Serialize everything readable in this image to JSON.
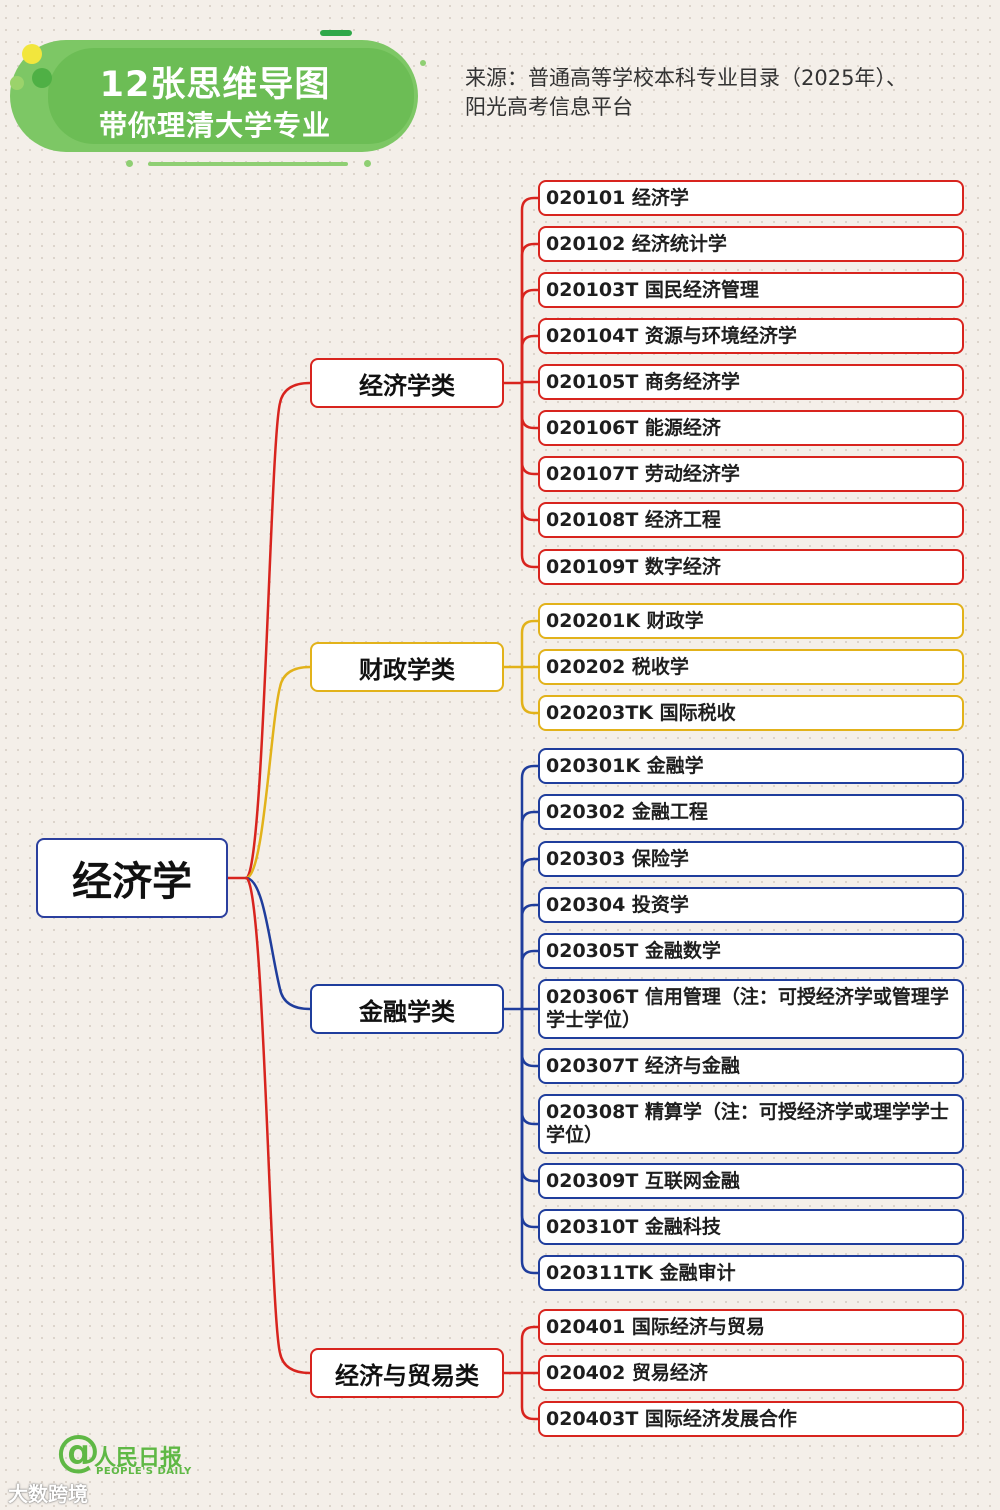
{
  "banner": {
    "title": "12张思维导图",
    "subtitle": "带你理清大学专业"
  },
  "source": {
    "line1": "来源：普通高等学校本科专业目录（2025年）、",
    "line2": "阳光高考信息平台"
  },
  "colors": {
    "red": "#d8241e",
    "gold": "#e2b21a",
    "blue": "#1f3d9c",
    "green": "#6cbd55"
  },
  "root": {
    "label": "经济学"
  },
  "categories": [
    {
      "label": "经济学类",
      "color": "red",
      "items": [
        "020101 经济学",
        "020102 经济统计学",
        "020103T 国民经济管理",
        "020104T 资源与环境经济学",
        "020105T 商务经济学",
        "020106T 能源经济",
        "020107T 劳动经济学",
        "020108T 经济工程",
        "020109T 数字经济"
      ]
    },
    {
      "label": "财政学类",
      "color": "gold",
      "items": [
        "020201K 财政学",
        "020202 税收学",
        "020203TK 国际税收"
      ]
    },
    {
      "label": "金融学类",
      "color": "blue",
      "items": [
        "020301K 金融学",
        "020302 金融工程",
        "020303 保险学",
        "020304 投资学",
        "020305T 金融数学",
        "020306T 信用管理（注：可授经济学或管理学学士学位）",
        "020307T 经济与金融",
        "020308T 精算学（注：可授经济学或理学学士学位）",
        "020309T 互联网金融",
        "020310T 金融科技",
        "020311TK 金融审计"
      ]
    },
    {
      "label": "经济与贸易类",
      "color": "red",
      "items": [
        "020401 国际经济与贸易",
        "020402 贸易经济",
        "020403T 国际经济发展合作"
      ]
    }
  ],
  "logo": {
    "name": "人民日报",
    "english": "PEOPLE'S DAILY"
  },
  "watermark": "大数跨境"
}
